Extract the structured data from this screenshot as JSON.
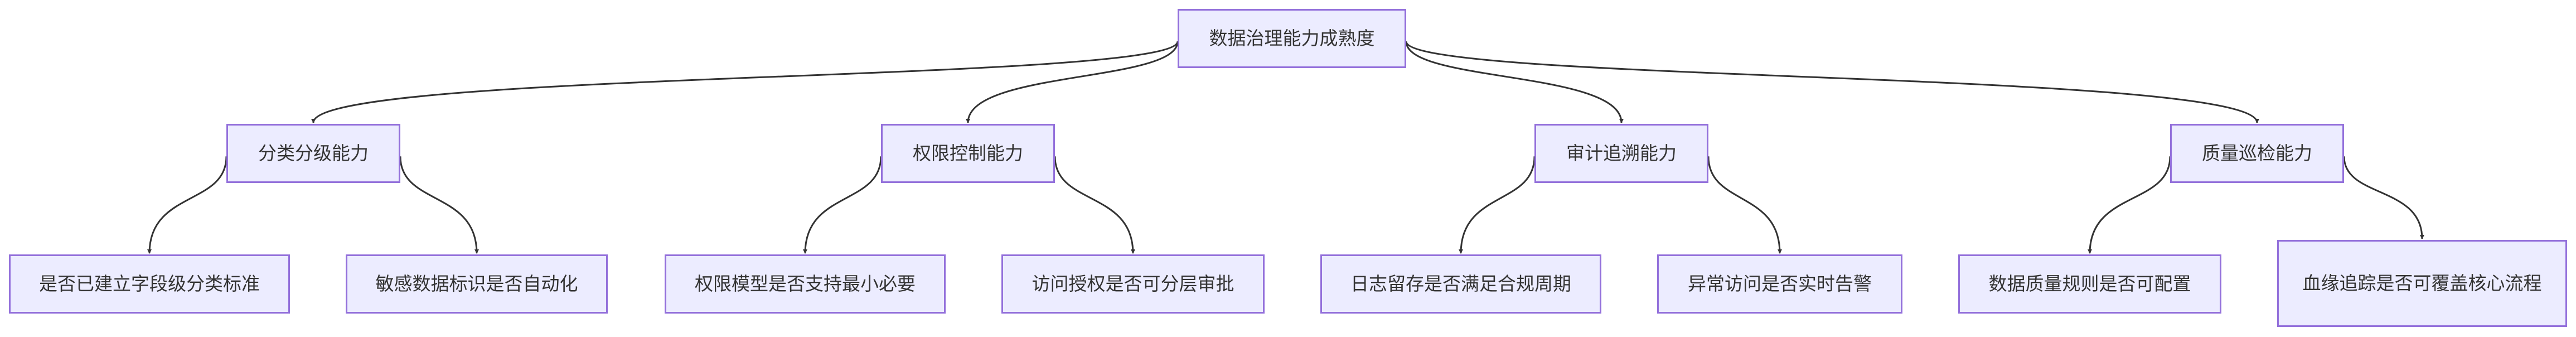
{
  "diagram": {
    "root": {
      "label": "数据治理能力成熟度"
    },
    "branches": [
      {
        "label": "分类分级能力",
        "children": [
          {
            "label": "是否已建立字段级分类标准"
          },
          {
            "label": "敏感数据标识是否自动化"
          }
        ]
      },
      {
        "label": "权限控制能力",
        "children": [
          {
            "label": "权限模型是否支持最小必要"
          },
          {
            "label": "访问授权是否可分层审批"
          }
        ]
      },
      {
        "label": "审计追溯能力",
        "children": [
          {
            "label": "日志留存是否满足合规周期"
          },
          {
            "label": "异常访问是否实时告警"
          }
        ]
      },
      {
        "label": "质量巡检能力",
        "children": [
          {
            "label": "数据质量规则是否可配置"
          },
          {
            "label": "血缘追踪是否可覆盖核心流程"
          }
        ]
      }
    ]
  },
  "colors": {
    "node_fill": "#ececff",
    "node_border": "#9370db",
    "edge": "#333333",
    "text": "#333333"
  }
}
